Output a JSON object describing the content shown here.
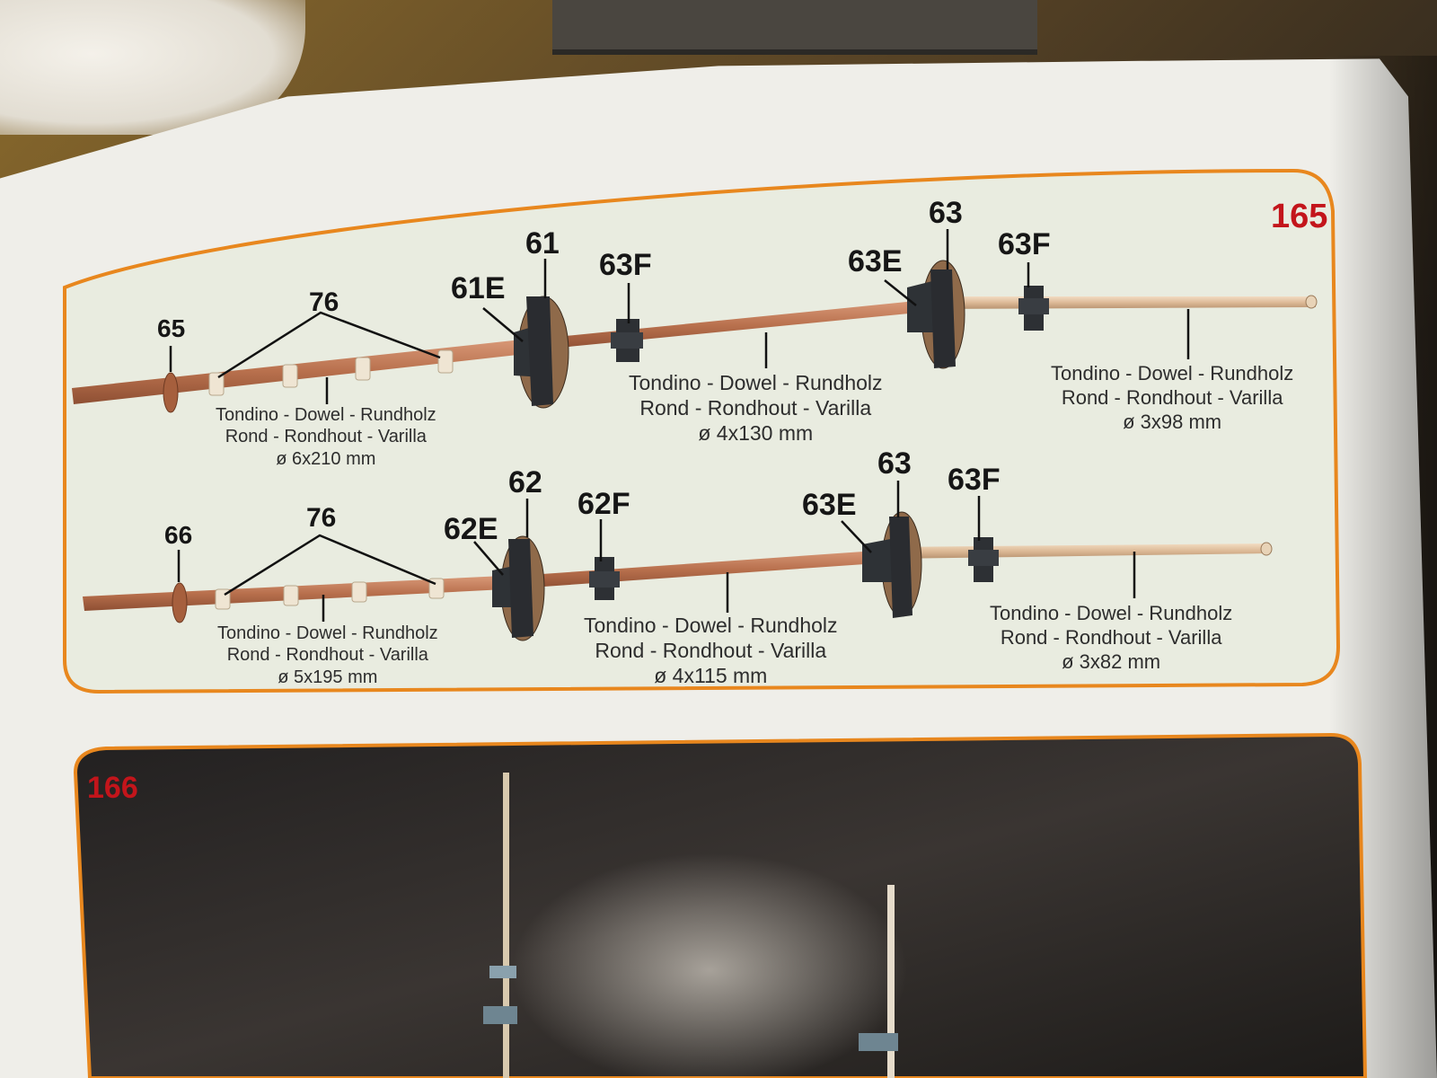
{
  "step_165": {
    "number": "165",
    "mast_1": {
      "labels": {
        "p65": "65",
        "p76": "76",
        "p61e": "61E",
        "p61": "61",
        "p63f_a": "63F",
        "p63e": "63E",
        "p63": "63",
        "p63f_b": "63F"
      },
      "captions": [
        {
          "line1": "Tondino - Dowel - Rundholz",
          "line2": "Rond - Rondhout - Varilla",
          "line3": "ø 6x210 mm"
        },
        {
          "line1": "Tondino - Dowel - Rundholz",
          "line2": "Rond - Rondhout - Varilla",
          "line3": "ø 4x130 mm"
        },
        {
          "line1": "Tondino - Dowel - Rundholz",
          "line2": "Rond - Rondhout - Varilla",
          "line3": "ø 3x98 mm"
        }
      ]
    },
    "mast_2": {
      "labels": {
        "p66": "66",
        "p76": "76",
        "p62e": "62E",
        "p62": "62",
        "p62f": "62F",
        "p63e": "63E",
        "p63": "63",
        "p63f": "63F"
      },
      "captions": [
        {
          "line1": "Tondino - Dowel - Rundholz",
          "line2": "Rond - Rondhout - Varilla",
          "line3": "ø 5x195 mm"
        },
        {
          "line1": "Tondino - Dowel - Rundholz",
          "line2": "Rond - Rondhout - Varilla",
          "line3": "ø 4x115 mm"
        },
        {
          "line1": "Tondino - Dowel - Rundholz",
          "line2": "Rond - Rondhout - Varilla",
          "line3": "ø 3x82 mm"
        }
      ]
    }
  },
  "step_166": {
    "number": "166"
  },
  "colors": {
    "accent_orange": "#e8871e",
    "step_number_red": "#c3151b",
    "panel_fill": "#e9ece0",
    "photo_bg": "#2a2724"
  }
}
